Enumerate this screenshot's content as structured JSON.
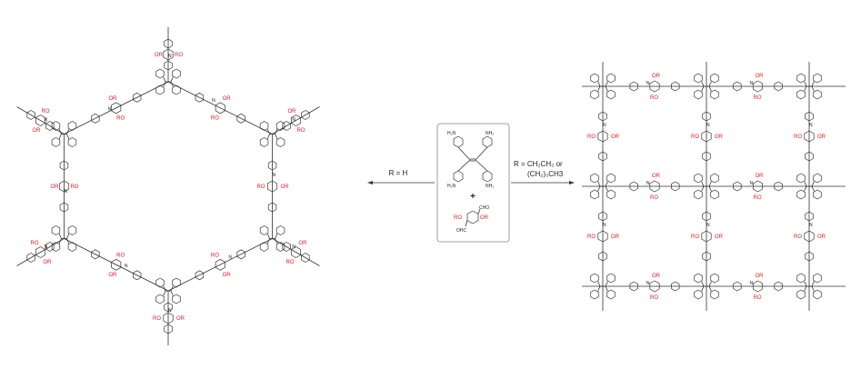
{
  "left_arrow": {
    "label": "R = H"
  },
  "right_arrow": {
    "label_line1": "R = CH₂CH₃ or",
    "label_line2": "(CH₂)₃CH3"
  },
  "monomers": {
    "amine_groups": [
      "H₂N",
      "NH₂",
      "H₂N",
      "NH₂"
    ],
    "plus": "+",
    "aldehyde_groups": [
      "CHO",
      "OHC"
    ],
    "alkoxy_groups": [
      "RO",
      "OR"
    ]
  },
  "framework_labels": {
    "ro": "RO",
    "or": "OR",
    "n": "N"
  },
  "colors": {
    "alkoxy": "#e0201f",
    "bond": "#333333",
    "box_border": "#888888"
  }
}
